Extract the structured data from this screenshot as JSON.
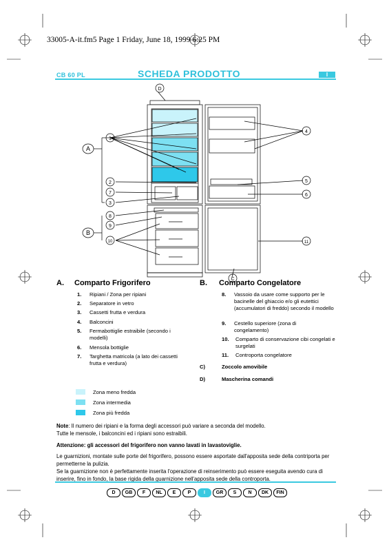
{
  "file_header": "33005-A-it.fm5  Page 1  Friday, June 18, 1999  6:25 PM",
  "model": "CB 60 PL",
  "title": "SCHEDA PRODOTTO",
  "lang_code": "I",
  "diagram": {
    "labels": {
      "D": "D",
      "A": "A",
      "B": "B",
      "C": "C",
      "n1": "1",
      "n2": "2",
      "n3": "3",
      "n4": "4",
      "n5": "5",
      "n6": "6",
      "n7": "7",
      "n8": "8",
      "n9": "9",
      "n10": "10",
      "n11": "11"
    }
  },
  "section_a": {
    "letter": "A.",
    "title": "Comparto Frigorifero",
    "items": [
      {
        "num": "1.",
        "text": "Ripiani / Zona per ripiani"
      },
      {
        "num": "2.",
        "text": "Separatore in vetro"
      },
      {
        "num": "3.",
        "text": "Cassetti frutta e verdura"
      },
      {
        "num": "4.",
        "text": "Balconcini"
      },
      {
        "num": "5.",
        "text": "Fermabottiglie estraibile (secondo i modelli)"
      },
      {
        "num": "6.",
        "text": "Mensola bottiglie"
      },
      {
        "num": "7.",
        "text": "Targhetta matricola (a lato dei cassetti frutta e verdura)"
      }
    ]
  },
  "section_b": {
    "letter": "B.",
    "title": "Comparto Congelatore",
    "items": [
      {
        "num": "8.",
        "text": "Vassoio da usare come supporto per le bacinelle del ghiaccio e/o gli eutettici (accumulatori di freddo) secondo il modello"
      },
      {
        "num": "9.",
        "text": "Cestello superiore (zona di congelamento)"
      },
      {
        "num": "10.",
        "text": "Comparto di conservazione cibi congelati e surgelati"
      },
      {
        "num": "11.",
        "text": "Controporta congelatore"
      }
    ],
    "c_letter": "C)",
    "c_text": "Zoccolo amovibile",
    "d_letter": "D)",
    "d_text": "Mascherina comandi"
  },
  "legend": [
    {
      "label": "Zona meno fredda",
      "color": "#c9f3fb"
    },
    {
      "label": "Zona intermedia",
      "color": "#7de0f2"
    },
    {
      "label": "Zona più fredda",
      "color": "#2ec8ea"
    }
  ],
  "note": {
    "label": "Note",
    "line1": ": Il numero dei ripiani e la forma degli accessori può variare a seconda del modello.",
    "line2": "Tutte le mensole, i balconcini ed i ripiani sono estraibili."
  },
  "warning": "Attenzione: gli accessori del frigorifero non vanno lavati in lavastoviglie.",
  "paragraph": [
    "Le guarnizioni, montate sulle porte del frigorifero, possono essere asportate dall'apposita sede della contriporta per permetterne la pulizia.",
    "Se la guarnizione non è perfettamente inserita l'operazione di reinserimento può essere eseguita avendo cura di inserire, fino in fondo, la base rigida della guarnizione nell'apposita sede della controporta."
  ],
  "languages": [
    "D",
    "GB",
    "F",
    "NL",
    "E",
    "P",
    "I",
    "GR",
    "S",
    "N",
    "DK",
    "FIN"
  ],
  "active_language": "I"
}
